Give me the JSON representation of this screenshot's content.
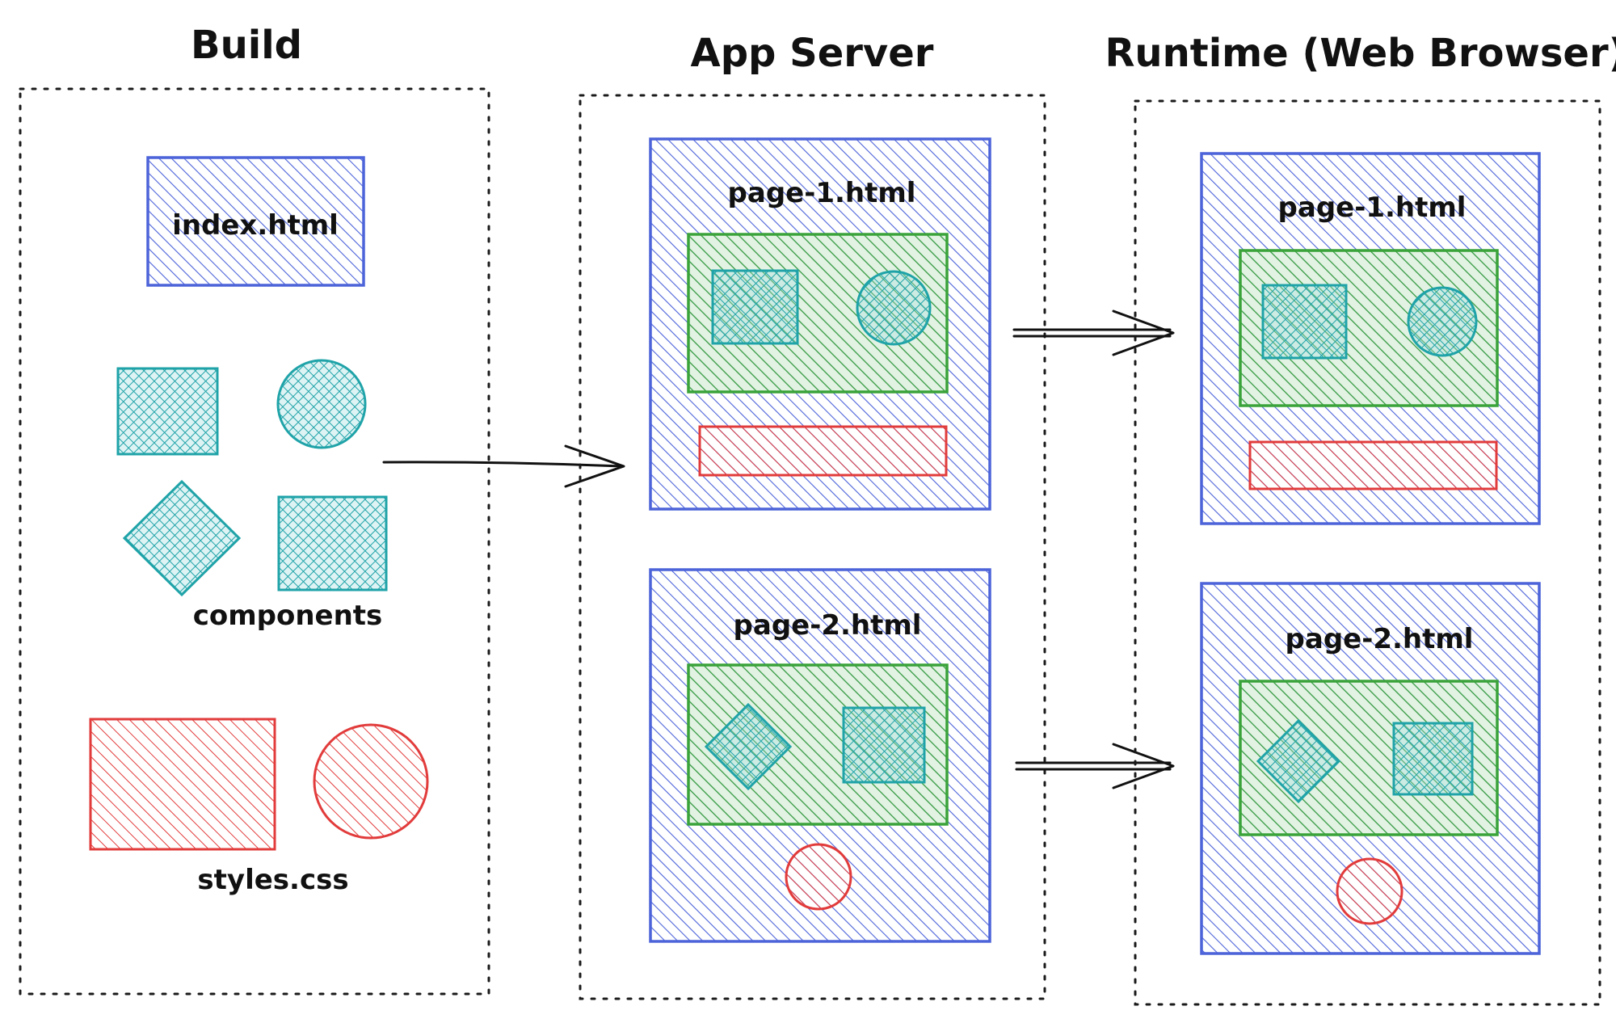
{
  "columns": {
    "build": {
      "title": "Build",
      "items": {
        "index": "index.html",
        "components": "components",
        "styles": "styles.css"
      }
    },
    "app_server": {
      "title": "App Server",
      "pages": [
        {
          "label": "page-1.html"
        },
        {
          "label": "page-2.html"
        }
      ]
    },
    "runtime": {
      "title": "Runtime (Web Browser)",
      "pages": [
        {
          "label": "page-1.html"
        },
        {
          "label": "page-2.html"
        }
      ]
    }
  },
  "colors": {
    "page_blue": "#4c63d9",
    "region_green": "#3aa33a",
    "component_teal": "#1fa3a8",
    "style_red": "#e23b3b",
    "frame": "#1a1a1a",
    "text": "#111111"
  },
  "icons": {
    "flow": "arrow-right-icon",
    "component_shapes": [
      "square",
      "circle",
      "diamond"
    ],
    "style_shapes": [
      "rectangle",
      "circle"
    ]
  }
}
